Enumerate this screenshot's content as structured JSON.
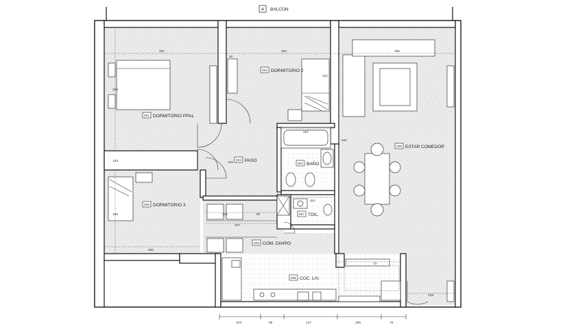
{
  "balcony": {
    "tag": "A",
    "label": "BALCON"
  },
  "rooms": [
    {
      "code": "001",
      "name": "DORMITORIO PPAL"
    },
    {
      "code": "002",
      "name": "DORMITORIO 2"
    },
    {
      "code": "003",
      "name": "PASO"
    },
    {
      "code": "004",
      "name": "BAÑO"
    },
    {
      "code": "005",
      "name": "DORMITORIO 3"
    },
    {
      "code": "006",
      "name": "COM. DIARIO"
    },
    {
      "code": "007",
      "name": "TOIL."
    },
    {
      "code": "008",
      "name": "COC. LIV."
    },
    {
      "code": "009",
      "name": "ESTAR COMEDOR"
    }
  ],
  "dimensions": {
    "dorm_ppal_width": "261",
    "dorm_ppal_depth": "308",
    "wall_thickness": "40",
    "dorm2_width": "284",
    "dorm2_depth": "312",
    "estar_width": "395",
    "bano_width": "157",
    "estar_depth": "620",
    "passage": "125",
    "closet": "129",
    "toil_width": "114",
    "dorm3_depth": "189",
    "dorm3_width": "286",
    "com_a": "121",
    "com_b": "80",
    "com_c": "207",
    "kitchen_dim": "73",
    "estar_end": "138",
    "bottom_1": "103",
    "bottom_2": "58",
    "bottom_3": "147",
    "bottom_4": "156",
    "bottom_5": "75"
  }
}
